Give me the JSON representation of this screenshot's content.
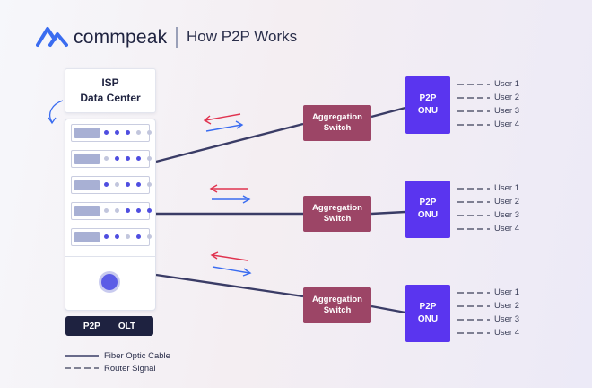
{
  "header": {
    "brand": "commpeak",
    "title": "How P2P Works",
    "logo_icon": "mountain-peaks-icon"
  },
  "isp": {
    "title_line1": "ISP",
    "title_line2": "Data Center"
  },
  "olt": {
    "word1": "P2P",
    "word2": "OLT"
  },
  "aggregation_switches": [
    {
      "line1": "Aggregation",
      "line2": "Switch"
    },
    {
      "line1": "Aggregation",
      "line2": "Switch"
    },
    {
      "line1": "Aggregation",
      "line2": "Switch"
    }
  ],
  "onus": [
    {
      "line1": "P2P",
      "line2": "ONU",
      "users": [
        "User 1",
        "User 2",
        "User 3",
        "User 4"
      ]
    },
    {
      "line1": "P2P",
      "line2": "ONU",
      "users": [
        "User 1",
        "User 2",
        "User 3",
        "User 4"
      ]
    },
    {
      "line1": "P2P",
      "line2": "ONU",
      "users": [
        "User 1",
        "User 2",
        "User 3",
        "User 4"
      ]
    }
  ],
  "legend": {
    "fiber": "Fiber Optic Cable",
    "router": "Router Signal"
  },
  "colors": {
    "fiber_line": "#3a3c66",
    "aggregation": "#9c4566",
    "onu": "#5a35ef",
    "arrow_upstream": "#e0334f",
    "arrow_downstream": "#3a6cf0",
    "olt_label": "#1e2240",
    "logo": "#3a6cf0"
  }
}
